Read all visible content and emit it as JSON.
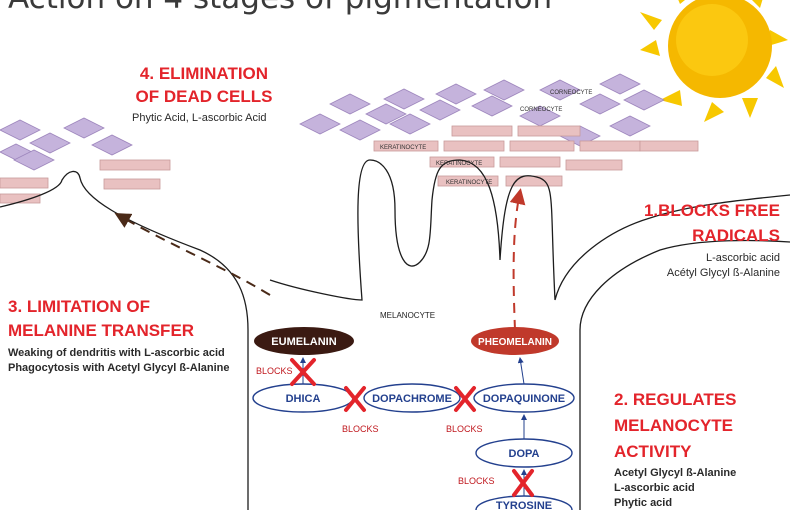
{
  "title": "Action on 4 stages of pigmentation",
  "stages": {
    "elimination": {
      "heading": [
        "4. ELIMINATION",
        "OF DEAD CELLS"
      ],
      "agents": [
        "Phytic Acid, L-ascorbic Acid"
      ]
    },
    "free_radicals": {
      "heading": [
        "1.BLOCKS FREE",
        "RADICALS"
      ],
      "agents": [
        "L-ascorbic acid",
        "Acétyl Glycyl ß-Alanine"
      ]
    },
    "transfer": {
      "heading": [
        "3. LIMITATION OF",
        "MELANINE TRANSFER"
      ],
      "agents": [
        "Weaking of dendritis with L-ascorbic acid",
        "Phagocytosis with Acetyl Glycyl ß-Alanine"
      ]
    },
    "melanocyte_activity": {
      "heading": [
        "2. REGULATES",
        "MELANOCYTE",
        "ACTIVITY"
      ],
      "agents": [
        "Acetyl Glycyl ß-Alanine",
        "L-ascorbic acid",
        "Phytic acid"
      ]
    }
  },
  "skin_labels": {
    "corneocyte_1": "CORNEOCYTE",
    "corneocyte_2": "CORNEOCYTE",
    "keratinocyte_1": "KERATINOCYTE",
    "keratinocyte_2": "KERATINOCYTE",
    "keratinocyte_3": "KERATINOCYTE",
    "melanocyte": "MELANOCYTE"
  },
  "pathway": {
    "eumelanin": "EUMELANIN",
    "pheomelanin": "PHEOMELANIN",
    "dhica": "DHICA",
    "dopachrome": "DOPACHROME",
    "dopaquinone": "DOPAQUINONE",
    "dopa": "DOPA",
    "tyrosine": "TYROSINE",
    "block_label": "BLOCKS"
  },
  "colors": {
    "accent_red": "#e3242b",
    "eumelanin": "#3b1a12",
    "pheomelanin": "#c0392b",
    "pathway_blue": "#23408e",
    "sun": "#f7c800",
    "corneocyte": "#b7a3cf",
    "keratinocyte": "#e7bcbc"
  }
}
